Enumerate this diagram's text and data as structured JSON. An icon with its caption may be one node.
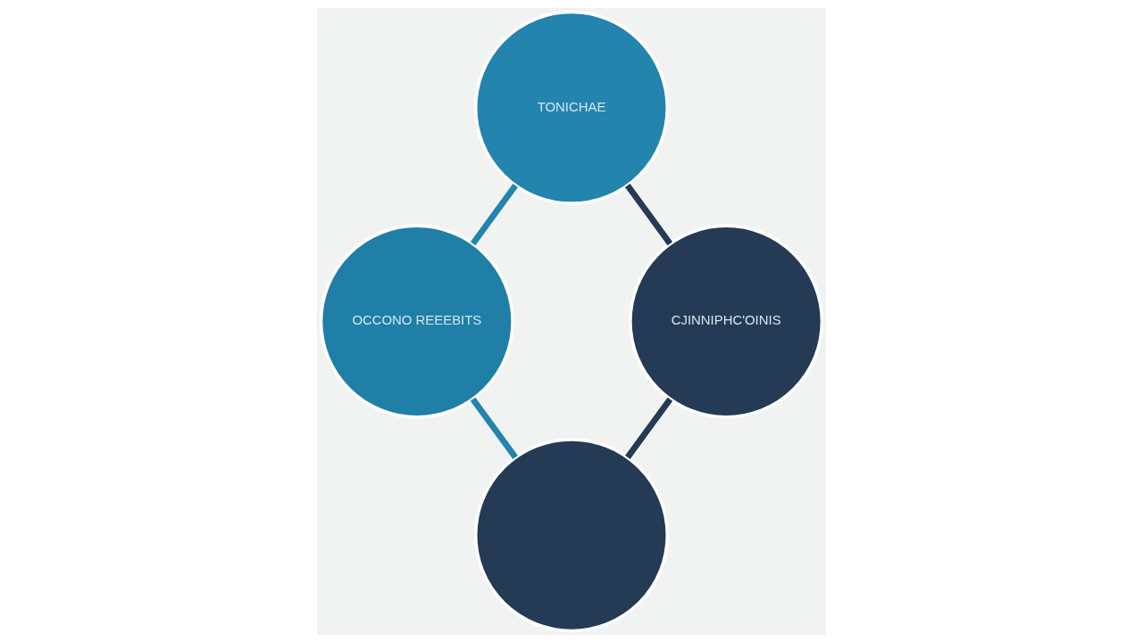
{
  "diagram": {
    "nodes": [
      {
        "text": [
          "TONICHAE"
        ]
      },
      {
        "text": [
          "CJINNIPHC'OINIS"
        ]
      },
      {
        "text": [
          "OCCONO REEEBITS"
        ]
      },
      {
        "text": [],
        "shape": "circle"
      }
    ],
    "edges": [
      {
        "from": 0,
        "to": 2,
        "arrow": "none",
        "color": "#2384ad"
      },
      {
        "from": 2,
        "to": 3,
        "arrow": "none",
        "color": "#2384ad"
      },
      {
        "from": 3,
        "to": 1,
        "arrow": "none",
        "color": "#243a55"
      },
      {
        "from": 1,
        "to": 0,
        "arrow": "none",
        "color": "#243a55"
      }
    ]
  }
}
